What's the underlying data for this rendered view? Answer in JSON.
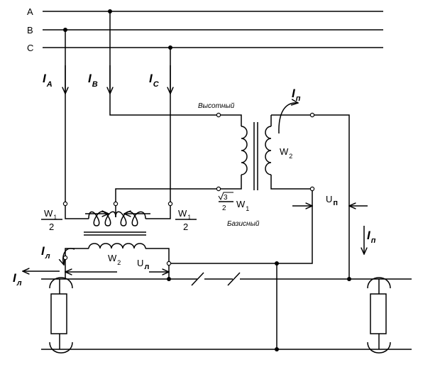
{
  "buses": {
    "a": "A",
    "b": "B",
    "c": "C"
  },
  "currents": {
    "ia": {
      "main": "I",
      "sub": "A"
    },
    "ib": {
      "main": "I",
      "sub": "B"
    },
    "ic": {
      "main": "I",
      "sub": "C"
    },
    "ip_top": {
      "main": "I",
      "sub": "п"
    },
    "ip_right": {
      "main": "I",
      "sub": "п"
    },
    "il_inner": {
      "main": "I",
      "sub": "л"
    },
    "il_outer": {
      "main": "I",
      "sub": "л"
    }
  },
  "labels": {
    "vysotny": "Высотный",
    "bazisny": "Базисный",
    "w": "W",
    "w1_sub": "1",
    "w2_sub": "2",
    "frac_den": "2",
    "sqrt3": "3",
    "up_main": "U",
    "up_sub": "п",
    "ul_main": "U",
    "ul_sub": "л"
  }
}
